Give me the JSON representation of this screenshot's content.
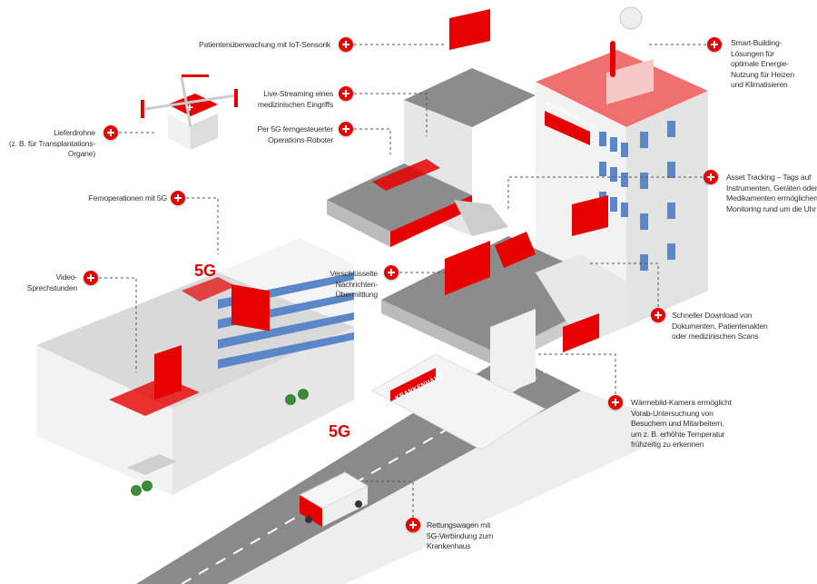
{
  "labels": {
    "iot": "Patientenüberwachung mit IoT-Sensorik",
    "livestream": [
      "Live-Streaming eines",
      "medizinischen Eingriffs"
    ],
    "robot": [
      "Per 5G ferngesteuerter",
      "Operations-Roboter"
    ],
    "drone": [
      "Lieferdrohne",
      "(z. B. für Transplantations-",
      "Organe)"
    ],
    "remote_surgery": "Fernoperationen mit 5G",
    "video": [
      "Video-",
      "Sprechstunden"
    ],
    "encrypted": [
      "Verschlüsselte",
      "Nachrichten-",
      "Übermittlung"
    ],
    "smart_building": [
      "Smart-Building-",
      "Lösungen für",
      "optimale Energie-",
      "Nutzung für Heizen",
      "und Klimatisieren"
    ],
    "asset_tracking": [
      "Asset Tracking – Tags auf",
      "Instrumenten, Geräten oder",
      "Medikamenten ermöglichen",
      "Monitoring rund um die Uhr"
    ],
    "download": [
      "Schneller Download von",
      "Dokumenten, Patientenakten",
      "oder medizinischen Scans"
    ],
    "thermal": [
      "Wärmebild-Kamera ermöglicht",
      "Vorab-Untersuchung von",
      "Besuchern und Mitarbeitern,",
      "um z. B. erhöhte Temperatur",
      "frühzeitig zu erkennen"
    ],
    "ambulance": [
      "Rettungswagen mit",
      "5G-Verbindung zum",
      "Krankenhaus"
    ]
  },
  "signs": {
    "hospital_roof": "KRANKENHAUS",
    "hospital_entrance": "KRANKENHAUS",
    "five_g_left": "5G",
    "five_g_ambulance": "5G"
  },
  "colors": {
    "accent": "#e60000",
    "window": "#5b86c8",
    "floor": "#8c8c8c"
  }
}
